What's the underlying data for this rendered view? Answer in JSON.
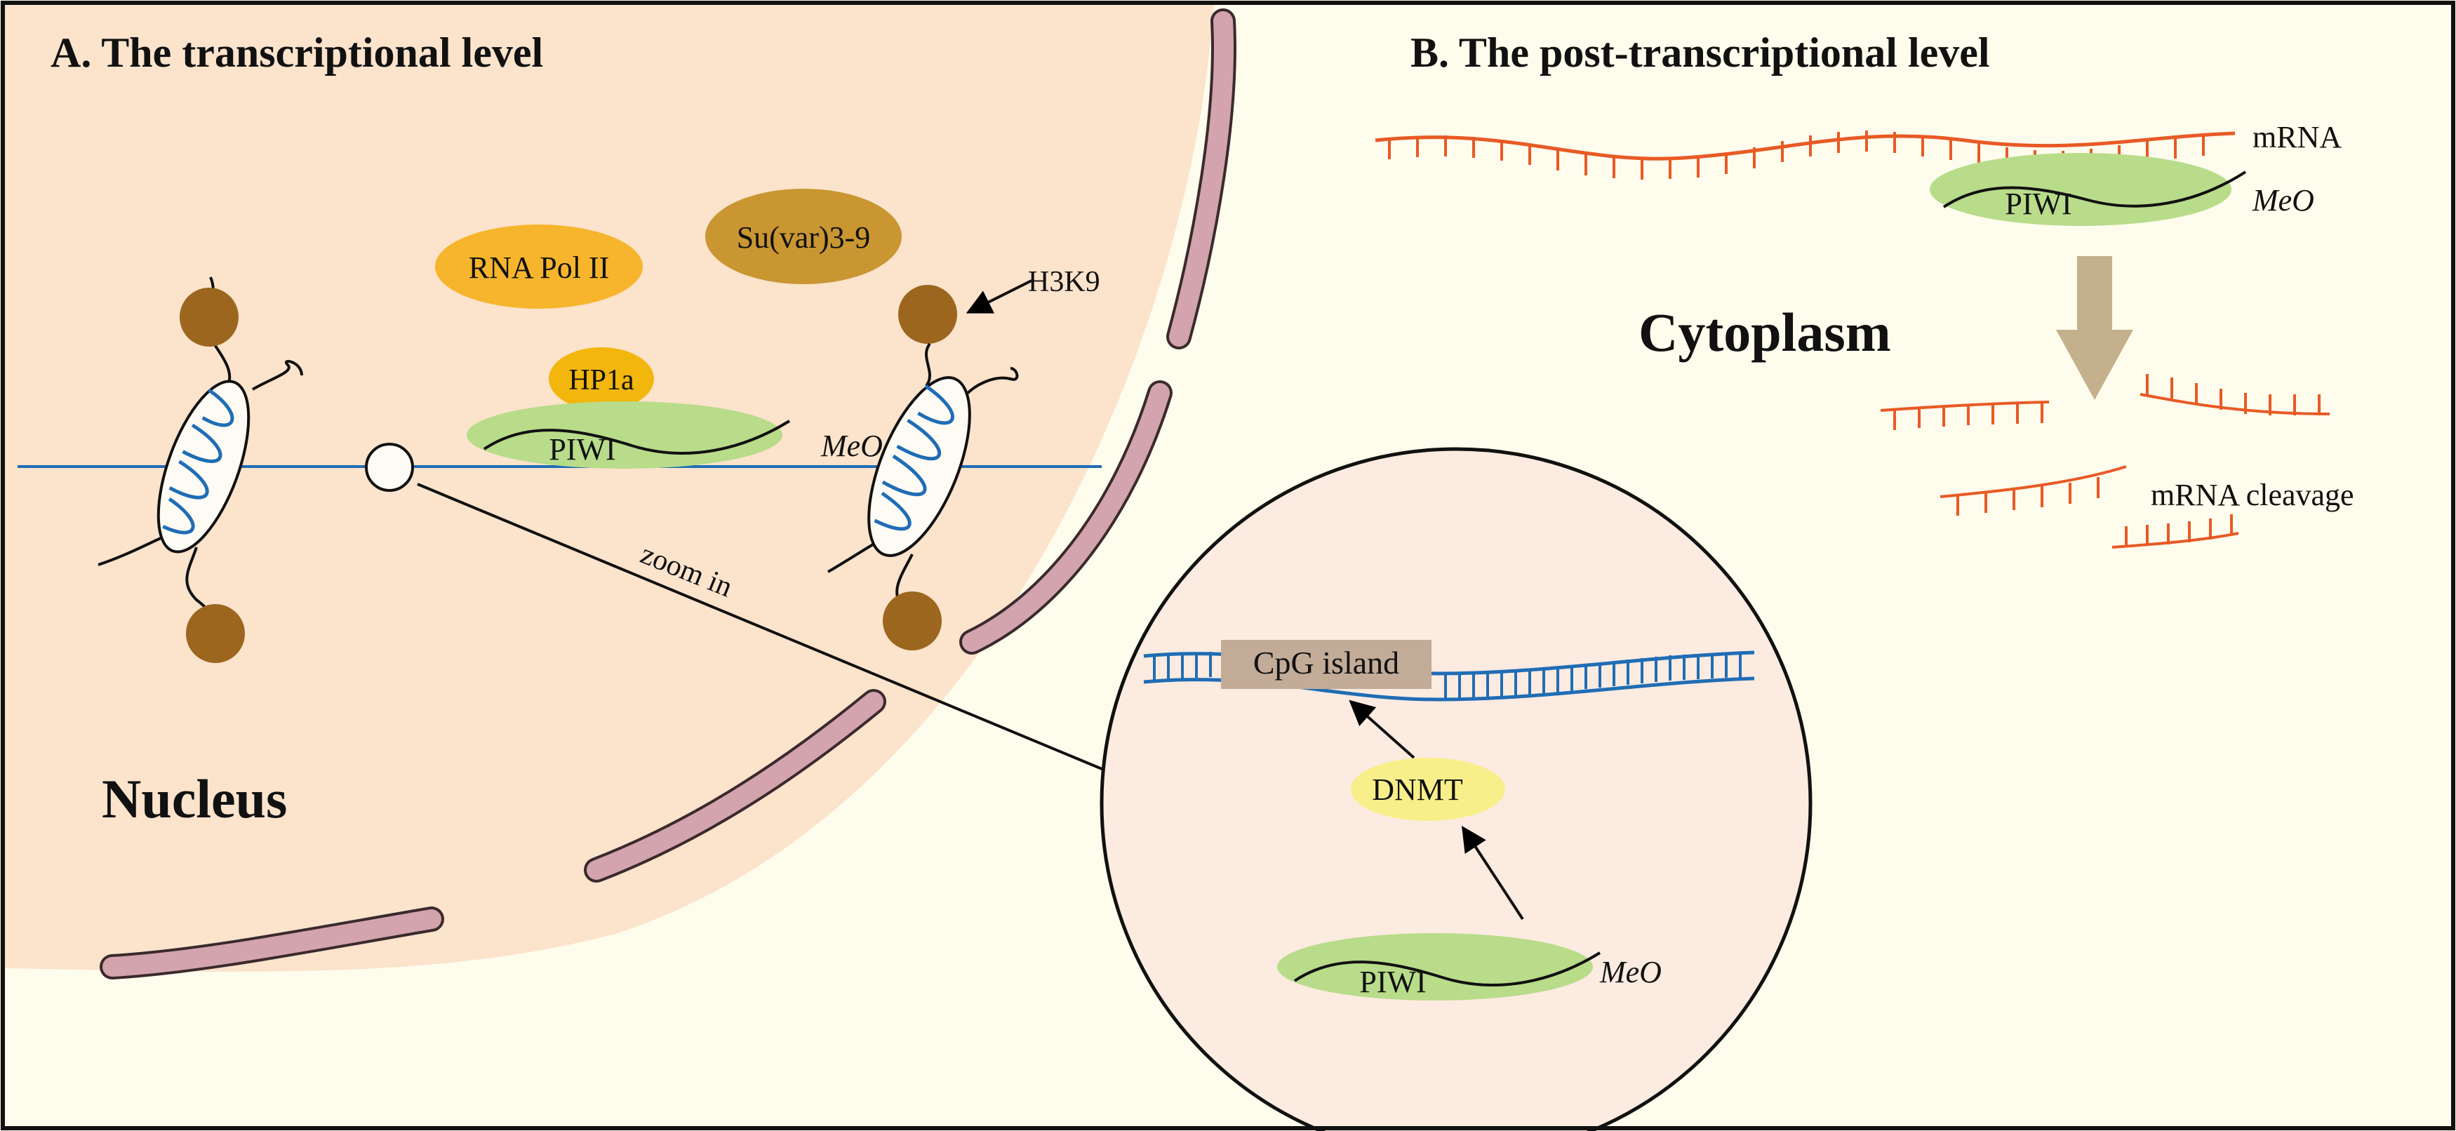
{
  "panels": {
    "a_title": "A. The transcriptional level",
    "b_title": "B. The post-transcriptional level"
  },
  "regions": {
    "nucleus": "Nucleus",
    "cytoplasm": "Cytoplasm"
  },
  "proteins": {
    "rna_pol": "RNA Pol II",
    "suvar": "Su(var)3-9",
    "hp1a": "HP1a",
    "piwi": "PIWI",
    "meo": "MeO",
    "dnmt": "DNMT"
  },
  "labels": {
    "h3k9": "H3K9",
    "zoom": "zoom in",
    "cpg": "CpG island",
    "mrna": "mRNA",
    "cleavage": "mRNA cleavage"
  },
  "colors": {
    "cytoplasm_bg": "#fefcec",
    "nucleus_bg": "#fbe3cc",
    "zoom_bg": "#fcebe0",
    "envelope": "#d3a4ad",
    "dna_blue": "#1f6db5",
    "mrna_orange": "#e85a25",
    "piwi_green": "#b8dc8a",
    "histone_tail": "#9c661f",
    "rna_pol_fill": "#f6b52d",
    "suvar_fill": "#c99631",
    "hp1a_fill": "#f2b60d",
    "dnmt_fill": "#f8ef8a",
    "cpg_fill": "#c2ab97",
    "arrow_tan": "#c4b08d"
  }
}
